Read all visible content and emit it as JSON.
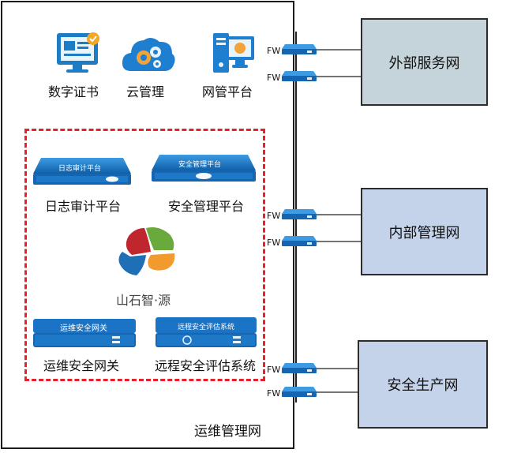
{
  "main_zone": {
    "label": "运维管理网"
  },
  "top_icons": [
    {
      "label": "数字证书",
      "icon": "certificate-monitor-icon"
    },
    {
      "label": "云管理",
      "icon": "cloud-gear-icon"
    },
    {
      "label": "网管平台",
      "icon": "computer-tower-icon"
    }
  ],
  "platforms": [
    {
      "device_text": "日志审计平台",
      "label": "日志审计平台"
    },
    {
      "device_text": "安全管理平台",
      "label": "安全管理平台"
    }
  ],
  "logo": {
    "text": "山石智·源"
  },
  "gateways": [
    {
      "device_text": "运维安全网关",
      "label": "运维安全网关"
    },
    {
      "device_text": "远程安全评估系统",
      "label": "远程安全评估系统"
    }
  ],
  "firewall_label": "FW",
  "external_zones": [
    {
      "label": "外部服务网",
      "color": "#c5d3da"
    },
    {
      "label": "内部管理网",
      "color": "#c4d3ea"
    },
    {
      "label": "安全生产网",
      "color": "#c4d3ea"
    }
  ],
  "colors": {
    "device_blue": "#1e78c8",
    "dash_red": "#e8202a"
  }
}
